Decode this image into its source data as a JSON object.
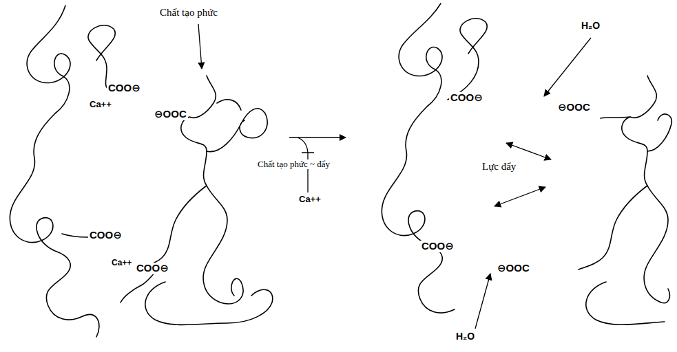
{
  "diagram": {
    "labels": [
      "Chất tạo phức",
      "COO⊖",
      "Ca++",
      "⊖OOC",
      "COO⊖",
      "Ca++",
      "COO⊖",
      "Chất tạo phức ~ đẩy",
      "Ca++",
      "H₂O",
      "COO⊖",
      "⊖OOC",
      "Lực đẩy",
      "COO⊖",
      "⊖OOC",
      "H₂O"
    ]
  }
}
